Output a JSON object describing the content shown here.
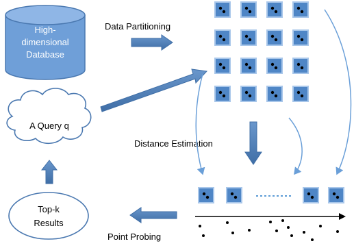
{
  "database": {
    "line1": "High-",
    "line2": "dimensional",
    "line3": "Database"
  },
  "query": {
    "label": "A Query q"
  },
  "results": {
    "line1": "Top-k",
    "line2": "Results"
  },
  "steps": {
    "partitioning": "Data Partitioning",
    "estimation": "Distance Estimation",
    "probing": "Point Probing"
  },
  "grid": {
    "rows": 4,
    "cols": 4
  },
  "candidate_row": {
    "left_cells": 2,
    "right_cells": 2
  },
  "colors": {
    "cell_fill": "#4f86c6",
    "cell_border": "#a9c7ea",
    "arrow": "#4a78b0",
    "curve_arrow": "#6a9fd8",
    "dotted_line": "#5b9bd5",
    "cylinder": "#6f9fd8"
  }
}
